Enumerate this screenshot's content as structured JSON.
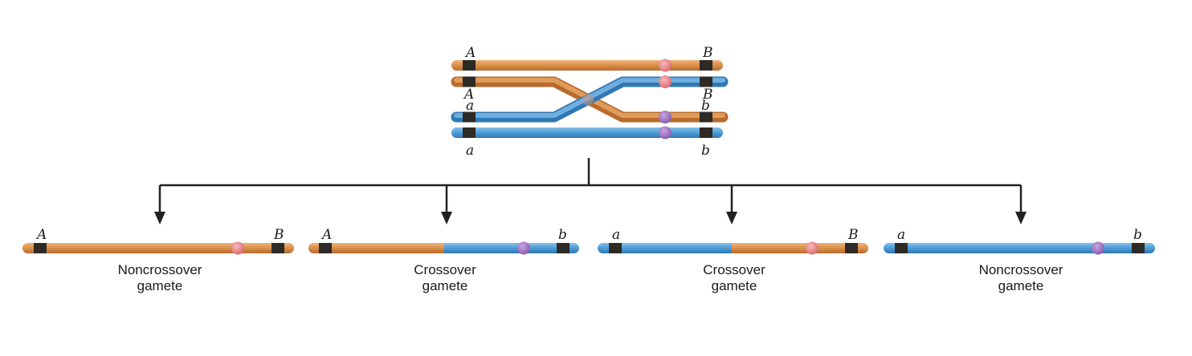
{
  "colors": {
    "orange": "#d9904a",
    "orange_dark": "#b96a2c",
    "blue": "#4d9cd6",
    "blue_dark": "#2f78b3",
    "band": "#2e2a26",
    "centromere_orange": "#e58a8e",
    "centromere_blue": "#a57bc6",
    "arrow": "#222222"
  },
  "top": {
    "labels": {
      "a1_left": "A",
      "a1_right": "B",
      "a2_left": "A",
      "a2_right": "B",
      "b1_left": "a",
      "b1_right": "b",
      "b2_left": "a",
      "b2_right": "b"
    }
  },
  "gametes": [
    {
      "left_label": "A",
      "right_label": "B",
      "caption_line1": "Noncrossover",
      "caption_line2": "gamete",
      "left_color": "orange",
      "right_color": "orange",
      "centromere": "orange"
    },
    {
      "left_label": "A",
      "right_label": "b",
      "caption_line1": "Crossover",
      "caption_line2": "gamete",
      "left_color": "orange",
      "right_color": "blue",
      "centromere": "blue"
    },
    {
      "left_label": "a",
      "right_label": "B",
      "caption_line1": "Crossover",
      "caption_line2": "gamete",
      "left_color": "blue",
      "right_color": "orange",
      "centromere": "orange"
    },
    {
      "left_label": "a",
      "right_label": "b",
      "caption_line1": "Noncrossover",
      "caption_line2": "gamete",
      "left_color": "blue",
      "right_color": "blue",
      "centromere": "blue"
    }
  ]
}
